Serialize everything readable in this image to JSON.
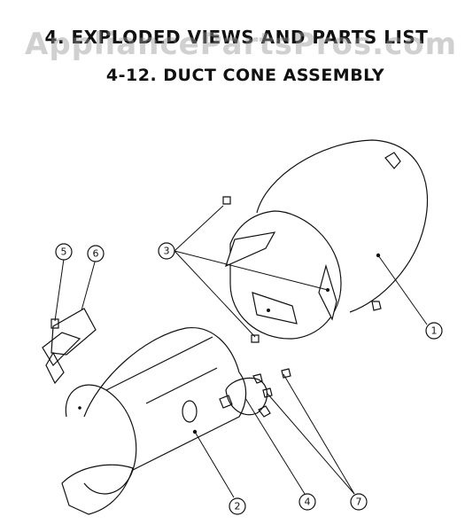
{
  "watermark": "AppliancePartsPros.com",
  "heading": "4. EXPLODED VIEWS AND PARTS LIST",
  "subheading": "4-12. DUCT CONE ASSEMBLY",
  "callouts": [
    {
      "label": "1"
    },
    {
      "label": "2"
    },
    {
      "label": "3"
    },
    {
      "label": "4"
    },
    {
      "label": "5"
    },
    {
      "label": "6"
    },
    {
      "label": "7"
    }
  ]
}
